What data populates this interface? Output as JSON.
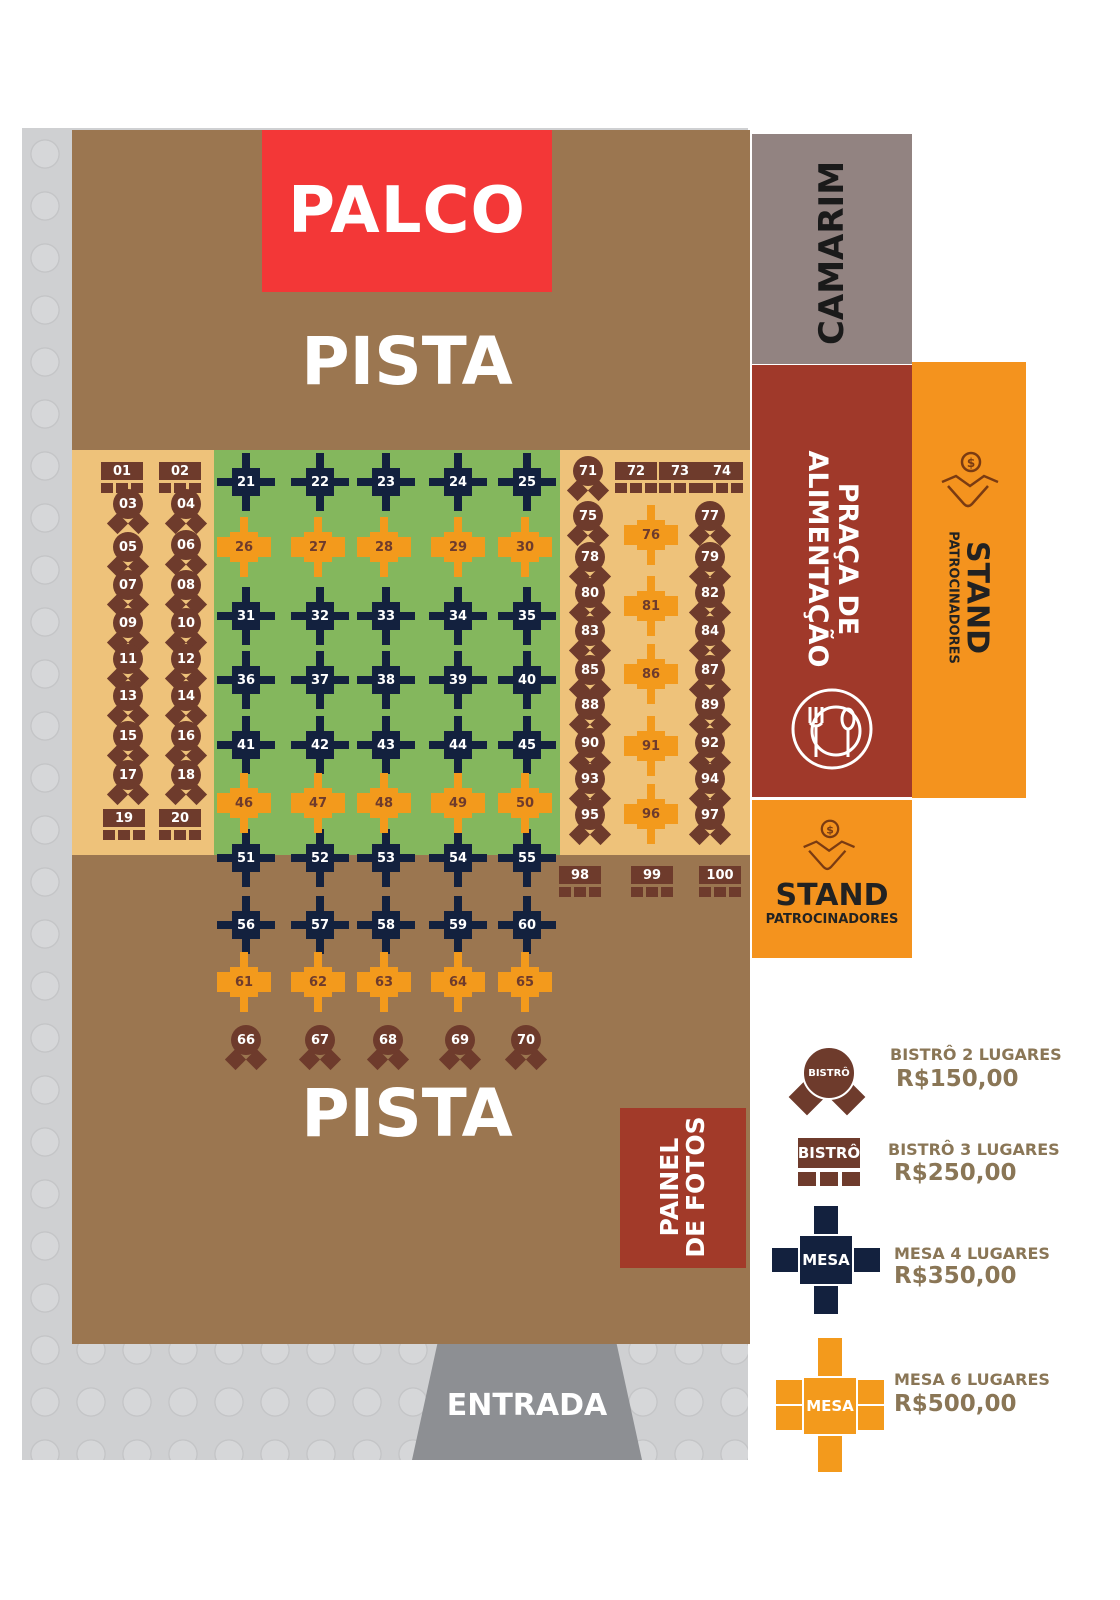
{
  "venue": {
    "stage": "PALCO",
    "dance_floor_top": "PISTA",
    "dance_floor_bottom": "PISTA",
    "backstage": "CAMARIM",
    "food_court": [
      "PRAÇA DE",
      "ALIMENTAÇÃO"
    ],
    "sponsor_stand_side": {
      "title": "STAND",
      "subtitle": "PATROCINADORES"
    },
    "sponsor_stand_lower": {
      "title": "STAND",
      "subtitle": "PATROCINADORES"
    },
    "photo_panel": [
      "PAINEL",
      "DE FOTOS"
    ],
    "entrance": "ENTRADA"
  },
  "colors": {
    "bistro": "#6e3b2c",
    "mesa4": "#13213e",
    "mesa6": "#f39a1c",
    "stage": "#f33737",
    "floor": "#9b7650",
    "green_zone": "#84b75d",
    "side_zone": "#eec27a",
    "stand": "#f4931e",
    "food_court": "#a0392a",
    "legend_text": "#8a7656"
  },
  "icons": {
    "stand": "handshake-coin-icon",
    "food_court": "plate-fork-spoon-icon"
  },
  "tables": {
    "bistro2": [
      "03",
      "04",
      "05",
      "06",
      "07",
      "08",
      "09",
      "10",
      "11",
      "12",
      "13",
      "14",
      "15",
      "16",
      "17",
      "18",
      "66",
      "67",
      "68",
      "69",
      "70",
      "71",
      "75",
      "77",
      "78",
      "79",
      "80",
      "82",
      "83",
      "84",
      "85",
      "87",
      "88",
      "89",
      "90",
      "92",
      "93",
      "94",
      "95",
      "97"
    ],
    "bistro3": [
      "01",
      "02",
      "19",
      "20",
      "72",
      "73",
      "74",
      "98",
      "99",
      "100"
    ],
    "mesa4": [
      "21",
      "22",
      "23",
      "24",
      "25",
      "31",
      "32",
      "33",
      "34",
      "35",
      "36",
      "37",
      "38",
      "39",
      "40",
      "41",
      "42",
      "43",
      "44",
      "45",
      "51",
      "52",
      "53",
      "54",
      "55",
      "56",
      "57",
      "58",
      "59",
      "60"
    ],
    "mesa6": [
      "26",
      "27",
      "28",
      "29",
      "30",
      "46",
      "47",
      "48",
      "49",
      "50",
      "61",
      "62",
      "63",
      "64",
      "65",
      "76",
      "81",
      "86",
      "91",
      "96"
    ]
  },
  "legend": [
    {
      "type": "bistro2",
      "icon_label": "BISTRÔ",
      "title": "BISTRÔ 2 LUGARES",
      "price": "R$150,00"
    },
    {
      "type": "bistro3",
      "icon_label": "BISTRÔ",
      "title": "BISTRÔ 3 LUGARES",
      "price": "R$250,00"
    },
    {
      "type": "mesa4",
      "icon_label": "MESA",
      "title": "MESA 4 LUGARES",
      "price": "R$350,00"
    },
    {
      "type": "mesa6",
      "icon_label": "MESA",
      "title": "MESA 6 LUGARES",
      "price": "R$500,00"
    }
  ]
}
